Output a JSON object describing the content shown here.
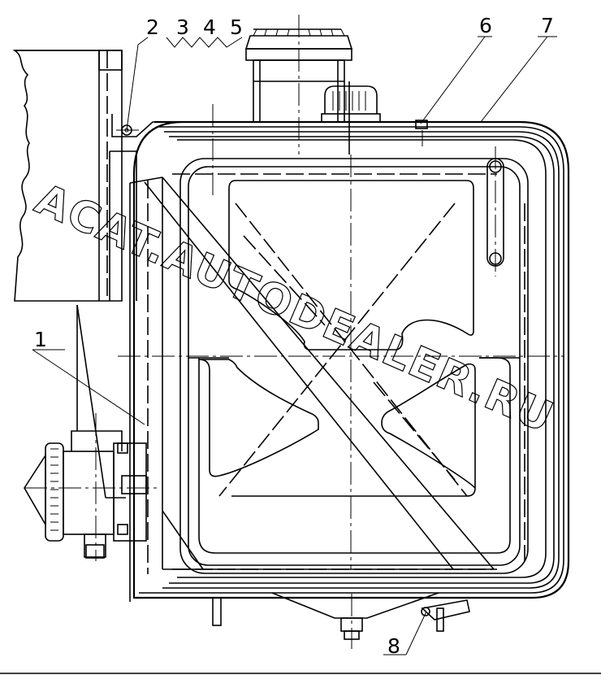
{
  "callouts": [
    "1",
    "2",
    "3",
    "4",
    "5",
    "6",
    "7",
    "8"
  ],
  "watermark": "ACAT.AUTODEALER.RU"
}
